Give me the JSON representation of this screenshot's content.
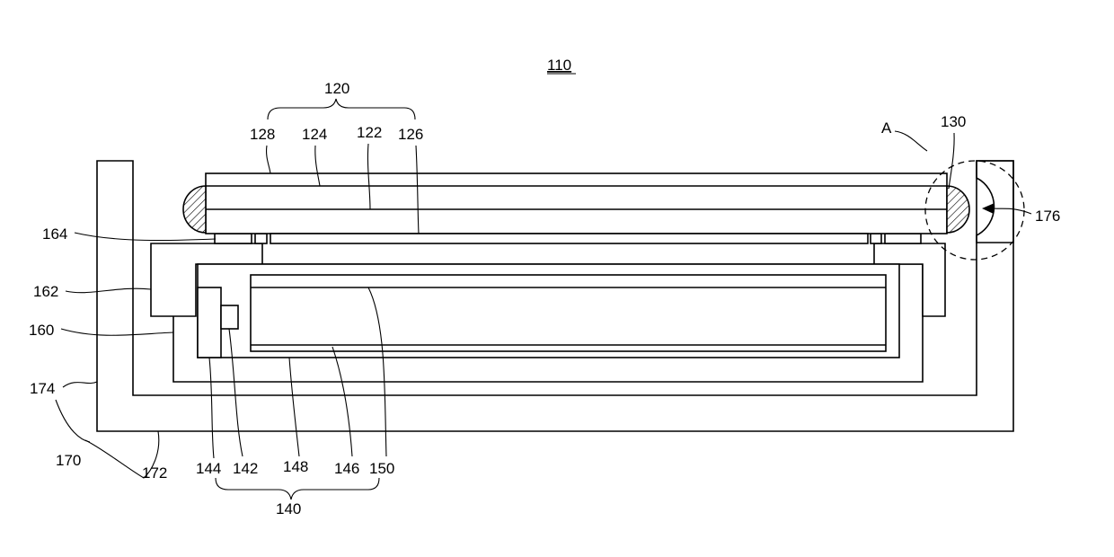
{
  "figure": {
    "title_ref": "110",
    "detail_label": "A",
    "refs": {
      "r120": "120",
      "r128": "128",
      "r124": "124",
      "r122": "122",
      "r126": "126",
      "r130": "130",
      "r176": "176",
      "r164": "164",
      "r162": "162",
      "r160": "160",
      "r174": "174",
      "r170": "170",
      "r172": "172",
      "r144": "144",
      "r142": "142",
      "r148": "148",
      "r146": "146",
      "r150": "150",
      "r140": "140"
    }
  }
}
